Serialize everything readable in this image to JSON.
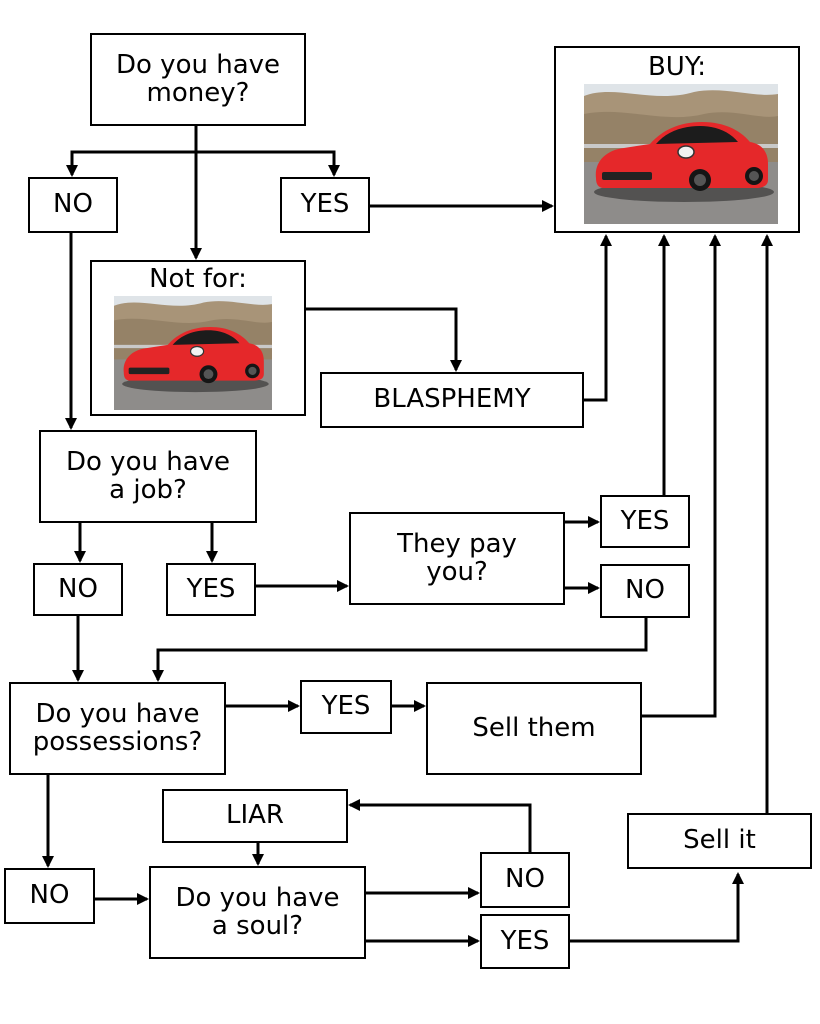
{
  "nodes": {
    "money_q": "Do you have\nmoney?",
    "money_no": "NO",
    "money_yes": "YES",
    "buy_caption": "BUY:",
    "notfor_caption": "Not for:",
    "blasphemy": "BLASPHEMY",
    "job_q": "Do you have\na job?",
    "job_no": "NO",
    "job_yes": "YES",
    "pay_q": "They pay\nyou?",
    "pay_yes": "YES",
    "pay_no": "NO",
    "poss_q": "Do you have\npossessions?",
    "poss_yes": "YES",
    "sell_them": "Sell them",
    "poss_no": "NO",
    "liar": "LIAR",
    "soul_q": "Do you have\na soul?",
    "soul_no": "NO",
    "soul_yes": "YES",
    "sell_it": "Sell it"
  },
  "images": {
    "buy_image": "red-sports-car-photo",
    "notfor_image": "red-sports-car-photo"
  },
  "colors": {
    "car_body": "#e5282a",
    "sky": "#dfe4e8",
    "hillside": "#a89478",
    "road": "#8e8c8a"
  }
}
